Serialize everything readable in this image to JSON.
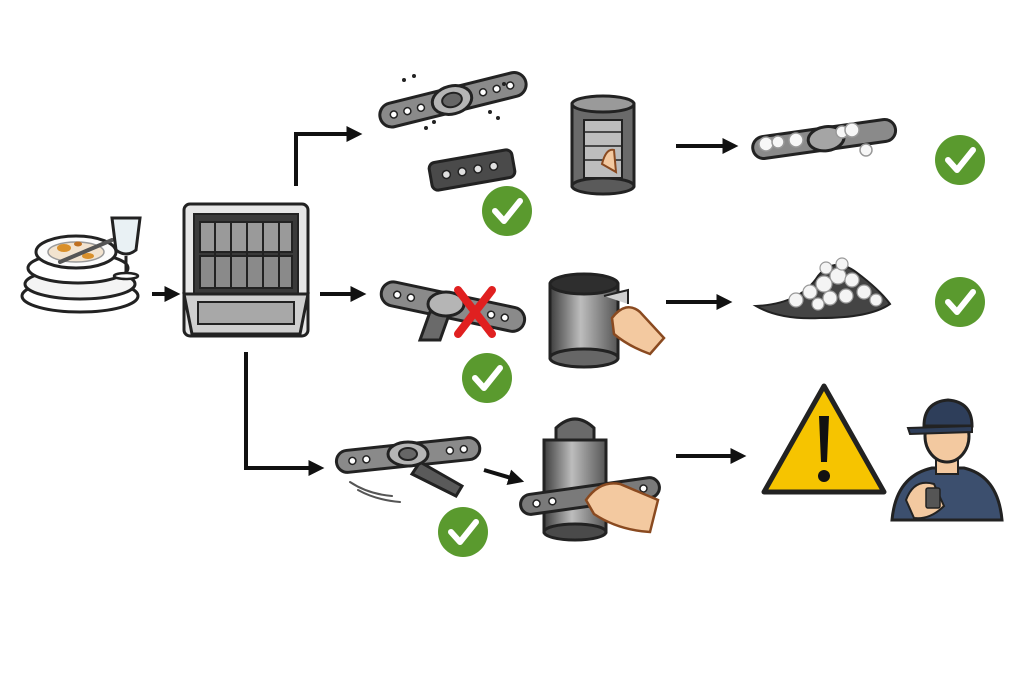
{
  "diagram": {
    "type": "flowchart",
    "start": {
      "items": [
        "dirty-dishes-icon",
        "dishwasher-icon"
      ]
    },
    "branches": [
      {
        "id": "top",
        "steps": [
          "spray-arm-removed-icon",
          "nozzle-piece-icon",
          "check-badge",
          "filter-cylinder-icon",
          "arm-with-deposits-icon",
          "check-badge"
        ]
      },
      {
        "id": "middle",
        "steps": [
          "spray-arm-blocked-icon",
          "red-x-icon",
          "check-badge",
          "cleaning-cup-icon",
          "sediment-pile-icon",
          "check-badge"
        ]
      },
      {
        "id": "bottom",
        "steps": [
          "spinning-spray-arm-icon",
          "check-badge",
          "hub-reinstall-icon",
          "warning-icon",
          "technician-icon"
        ]
      }
    ],
    "colors": {
      "check_green": "#5a9a2e",
      "warning_yellow": "#f6c400",
      "x_red": "#e02020",
      "metal_dark": "#4a4a4a",
      "metal_mid": "#8a8a8a",
      "arrow": "#111111",
      "skin": "#f3c9a0",
      "food": "#d9902b"
    }
  }
}
